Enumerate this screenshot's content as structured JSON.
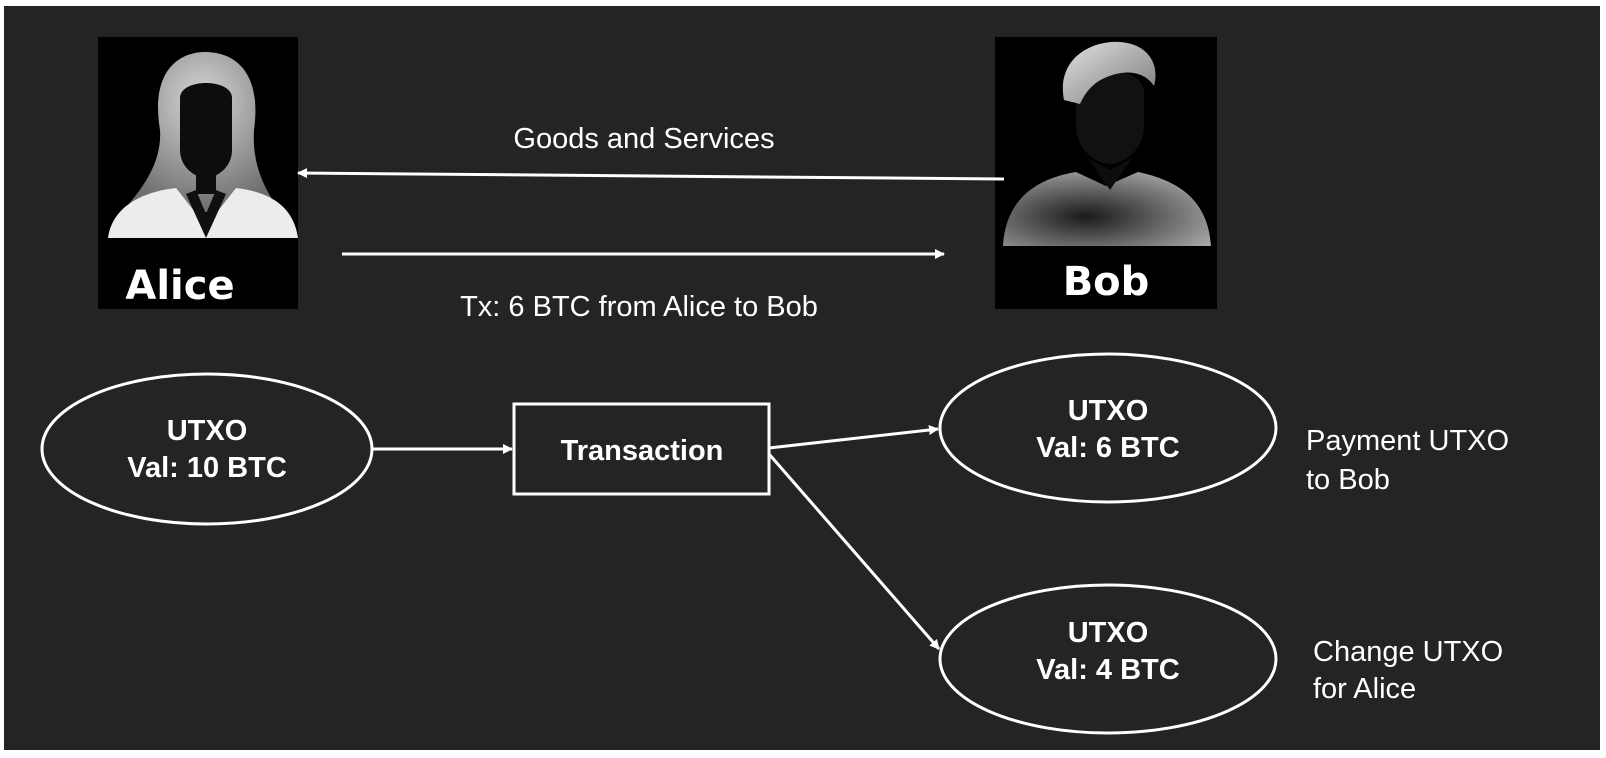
{
  "colors": {
    "background": "#242424",
    "foreground": "#ffffff",
    "avatar_background": "#000000"
  },
  "icons": {
    "alice": "female-user-silhouette-icon",
    "bob": "male-user-silhouette-icon"
  },
  "parties": {
    "alice": {
      "name": "Alice"
    },
    "bob": {
      "name": "Bob"
    }
  },
  "flows": {
    "goods_label": "Goods and Services",
    "tx_label": "Tx: 6 BTC from Alice to Bob"
  },
  "nodes": {
    "input_utxo": {
      "title": "UTXO",
      "value": "Val: 10 BTC"
    },
    "transaction": {
      "label": "Transaction"
    },
    "payment_utxo": {
      "title": "UTXO",
      "value": "Val: 6 BTC"
    },
    "change_utxo": {
      "title": "UTXO",
      "value": "Val: 4 BTC"
    }
  },
  "annotations": {
    "payment": {
      "line1": "Payment UTXO",
      "line2": "to Bob"
    },
    "change": {
      "line1": "Change UTXO",
      "line2": "for Alice"
    }
  }
}
